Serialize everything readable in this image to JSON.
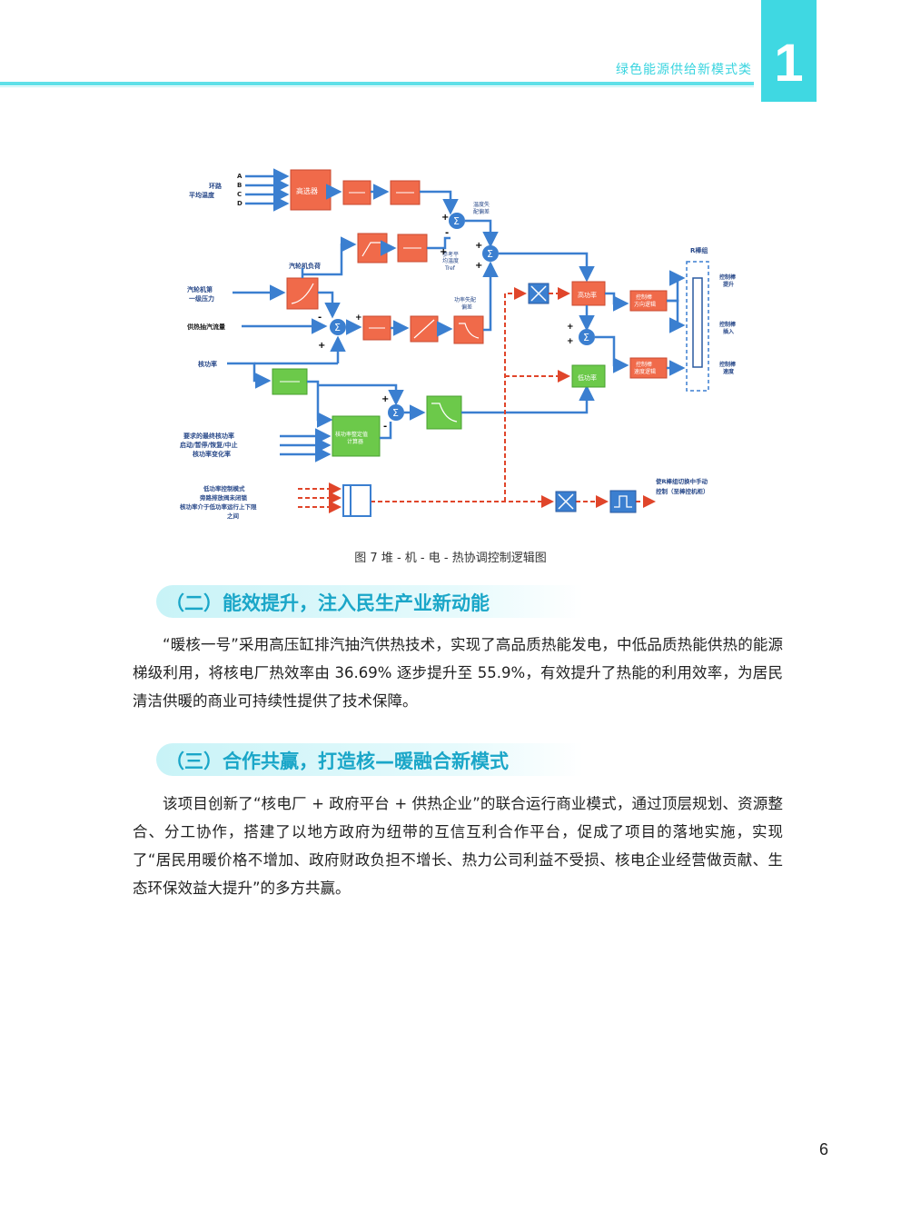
{
  "header": {
    "title": "绿色能源供给新模式类",
    "chapter_number": "1",
    "accent_color": "#3fd8e2"
  },
  "figure": {
    "caption": "图 7 堆 - 机 - 电 - 热协调控制逻辑图",
    "labels": {
      "loop_avg_temp": [
        "环路",
        "平均温度"
      ],
      "abcd": [
        "A",
        "B",
        "C",
        "D"
      ],
      "high_select": "高选器",
      "turbine_load": "汽轮机负荷",
      "turbine_pressure": [
        "汽轮机第",
        "一级压力"
      ],
      "heating_steam_flow": "供热抽汽流量",
      "reactor_power": "核功率",
      "temp_deviation": [
        "温度失",
        "配偏差"
      ],
      "ref_avg_temp": [
        "参考平",
        "均温度",
        "Tref"
      ],
      "power_mismatch": [
        "功率失配",
        "偏差"
      ],
      "rod_group": "R棒组",
      "rod_up": [
        "控制棒",
        "提升"
      ],
      "rod_in": [
        "控制棒",
        "插入"
      ],
      "rod_speed": [
        "控制棒",
        "速度"
      ],
      "high_power": "高功率",
      "low_power": "低功率",
      "rod_direction": [
        "控制棒",
        "方向逻辑"
      ],
      "rod_speed_logic": [
        "控制棒",
        "速度逻辑"
      ],
      "power_setpoint": [
        "核功率整定值",
        "计算器"
      ],
      "req_power": [
        "要求的最终核功率",
        "启动/暂停/恢复/中止",
        "核功率变化率"
      ],
      "low_power_mode": [
        "低功率控制模式",
        "旁路排放阀未闭锁",
        "核功率介于低功率运行上下限",
        "之间"
      ],
      "manual_switch": [
        "使R棒组切换中手动",
        "控制（至棒控机柜）"
      ]
    }
  },
  "sections": [
    {
      "heading": "（二）能效提升，注入民生产业新动能",
      "paragraph": "“暖核一号”采用高压缸排汽抽汽供热技术，实现了高品质热能发电，中低品质热能供热的能源梯级利用，将核电厂热效率由 36.69% 逐步提升至 55.9%，有效提升了热能的利用效率，为居民清洁供暖的商业可持续性提供了技术保障。"
    },
    {
      "heading": "（三）合作共赢，打造核—暖融合新模式",
      "paragraph": "该项目创新了“核电厂 + 政府平台 + 供热企业”的联合运行商业模式，通过顶层规划、资源整合、分工协作，搭建了以地方政府为纽带的互信互利合作平台，促成了项目的落地实施，实现了“居民用暖价格不增加、政府财政负担不增长、热力公司利益不受损、核电企业经营做贡献、生态环保效益大提升”的多方共赢。"
    }
  ],
  "page_number": "6"
}
